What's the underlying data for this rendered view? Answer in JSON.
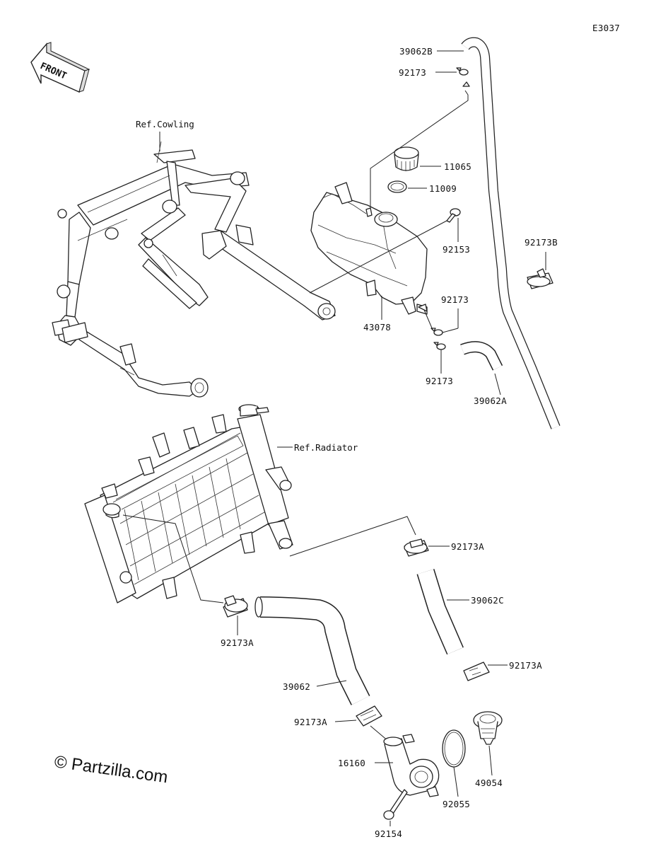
{
  "diagram_code": "E3037",
  "front_label": "FRONT",
  "watermark": "© Partzilla.com",
  "refs": {
    "cowling": "Ref.Cowling",
    "radiator": "Ref.Radiator"
  },
  "labels": {
    "p39062B": "39062B",
    "p92173_top": "92173",
    "p11065": "11065",
    "p11009": "11009",
    "p92153": "92153",
    "p92173B": "92173B",
    "p92173_mid1": "92173",
    "p43078": "43078",
    "p92173_mid2": "92173",
    "p39062A": "39062A",
    "p92173A_1": "92173A",
    "p39062C": "39062C",
    "p92173A_2": "92173A",
    "p92173A_3": "92173A",
    "p39062": "39062",
    "p92173A_4": "92173A",
    "p16160": "16160",
    "p92055": "92055",
    "p49054": "49054",
    "p92154": "92154"
  }
}
